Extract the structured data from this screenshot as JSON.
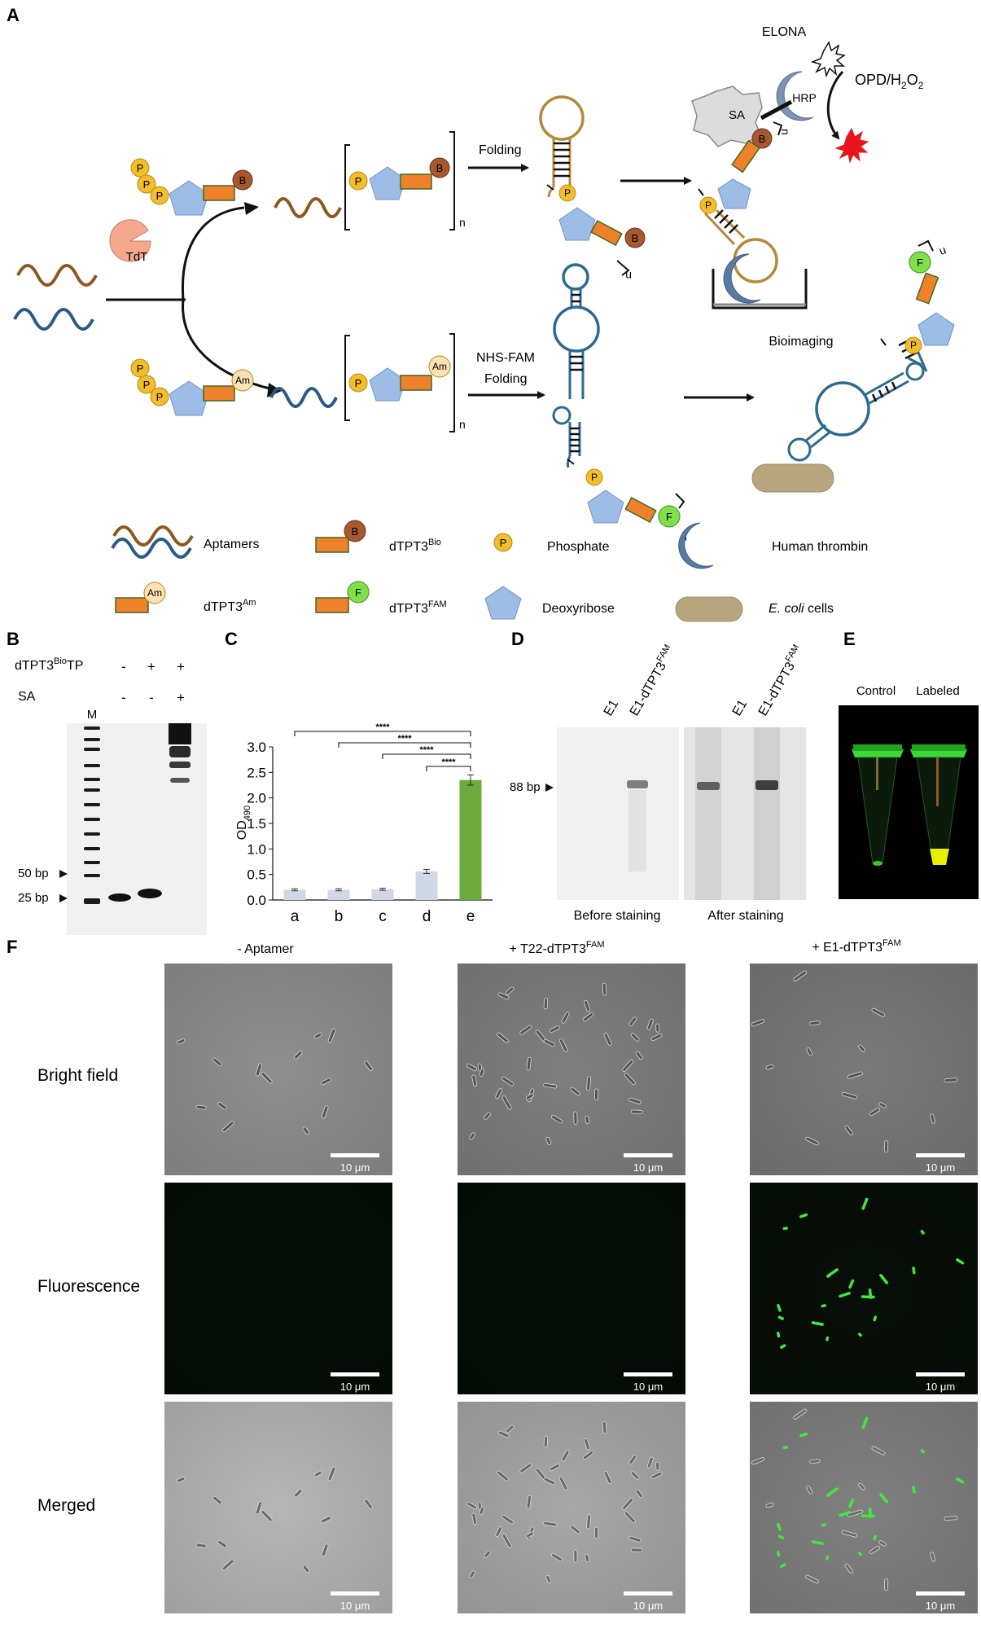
{
  "panels": {
    "A": "A",
    "B": "B",
    "C": "C",
    "D": "D",
    "E": "E",
    "F": "F"
  },
  "panelA": {
    "tdt": "TdT",
    "P": "P",
    "B": "B",
    "Am": "Am",
    "F": "F",
    "n": "n",
    "SA": "SA",
    "HRP": "HRP",
    "elona": "ELONA",
    "opd": "OPD/H",
    "opd_sub1": "2",
    "opd_mid": "O",
    "opd_sub2": "2",
    "folding": "Folding",
    "nhs_fam": "NHS-FAM",
    "folding2": "Folding",
    "bioimaging": "Bioimaging"
  },
  "legend": {
    "aptamers": "Aptamers",
    "dtpt3": "dTPT3",
    "bio_sup": "Bio",
    "am_sup": "Am",
    "fam_sup": "FAM",
    "phosphate": "Phosphate",
    "thrombin": "Human thrombin",
    "deoxyribose": "Deoxyribose",
    "ecoli_italic": "E. coli",
    "ecoli_rest": " cells"
  },
  "panelB": {
    "row1_label": "dTPT3",
    "row1_sup": "Bio",
    "row1_tail": "TP",
    "row2_label": "SA",
    "row1_values": [
      "-",
      "+",
      "+"
    ],
    "row2_values": [
      "-",
      "-",
      "+"
    ],
    "marker": "M",
    "bp50": "50 bp",
    "bp25": "25 bp"
  },
  "panelC": {
    "ylabel": "OD",
    "ylabel_sub": "490",
    "significance": "****"
  },
  "chart_data": {
    "type": "bar",
    "categories": [
      "a",
      "b",
      "c",
      "d",
      "e"
    ],
    "values": [
      0.2,
      0.2,
      0.21,
      0.56,
      2.35
    ],
    "errors": [
      0.02,
      0.02,
      0.02,
      0.04,
      0.1
    ],
    "colors": [
      "#d0d7e6",
      "#d0d7e6",
      "#d0d7e6",
      "#d0d7e6",
      "#6aab3c"
    ],
    "yticks": [
      "0.0",
      "0.5",
      "1.0",
      "1.5",
      "2.0",
      "2.5",
      "3.0"
    ],
    "ylim": [
      0,
      3.0
    ],
    "grid": false,
    "comparisons": [
      [
        "a",
        "e"
      ],
      [
        "b",
        "e"
      ],
      [
        "c",
        "e"
      ],
      [
        "d",
        "e"
      ]
    ]
  },
  "panelD": {
    "lane1": "E1",
    "lane2": "E1-dTPT3",
    "lane2_sup": "FAM",
    "bp88": "88 bp",
    "before": "Before staining",
    "after": "After staining"
  },
  "panelE": {
    "control": "Control",
    "labeled": "Labeled"
  },
  "panelF": {
    "col1": "- Aptamer",
    "col2": "+ T22-dTPT3",
    "col3": "+ E1-dTPT3",
    "col_sup": "FAM",
    "row1": "Bright field",
    "row2": "Fluorescence",
    "row3": "Merged",
    "scale": "10 μm"
  }
}
